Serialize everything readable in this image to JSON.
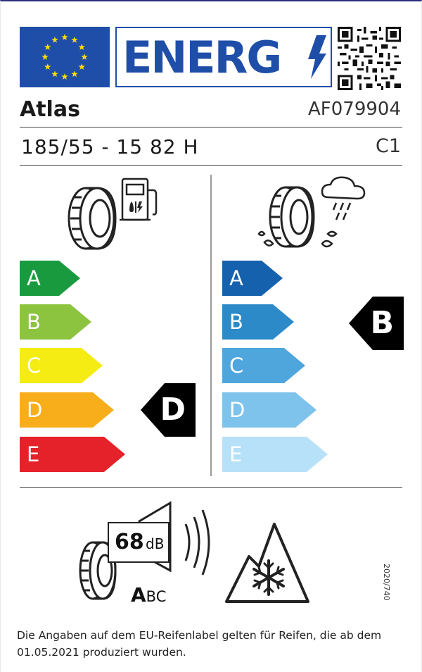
{
  "header": {
    "energy_word": "ENERG",
    "brand": "Atlas",
    "article_number": "AF079904",
    "tyre_size": "185/55 - 15  82 H",
    "tyre_class": "C1"
  },
  "fuel_efficiency": {
    "icon": "fuel-pump-tyre-icon",
    "classes": [
      "A",
      "B",
      "C",
      "D",
      "E"
    ],
    "colors": [
      "#1a9a3f",
      "#8dc43f",
      "#f4ec12",
      "#f7ae1a",
      "#e52229"
    ],
    "rating": "D"
  },
  "wet_grip": {
    "icon": "rain-cloud-tyre-icon",
    "classes": [
      "A",
      "B",
      "C",
      "D",
      "E"
    ],
    "colors": [
      "#1561ad",
      "#2c8ac8",
      "#4ea6dd",
      "#7dc3ec",
      "#b6e1f8"
    ],
    "rating": "B"
  },
  "noise": {
    "value": "68",
    "unit": "dB",
    "class_big": "A",
    "class_small": "BC",
    "icon": "speaker-tyre-icon"
  },
  "snow": {
    "icon": "three-peak-snowflake-icon"
  },
  "regulation": "2020/740",
  "footnote": "Die Angaben auf dem EU-Reifenlabel gelten für Reifen, die ab dem 01.05.2021 produziert wurden."
}
